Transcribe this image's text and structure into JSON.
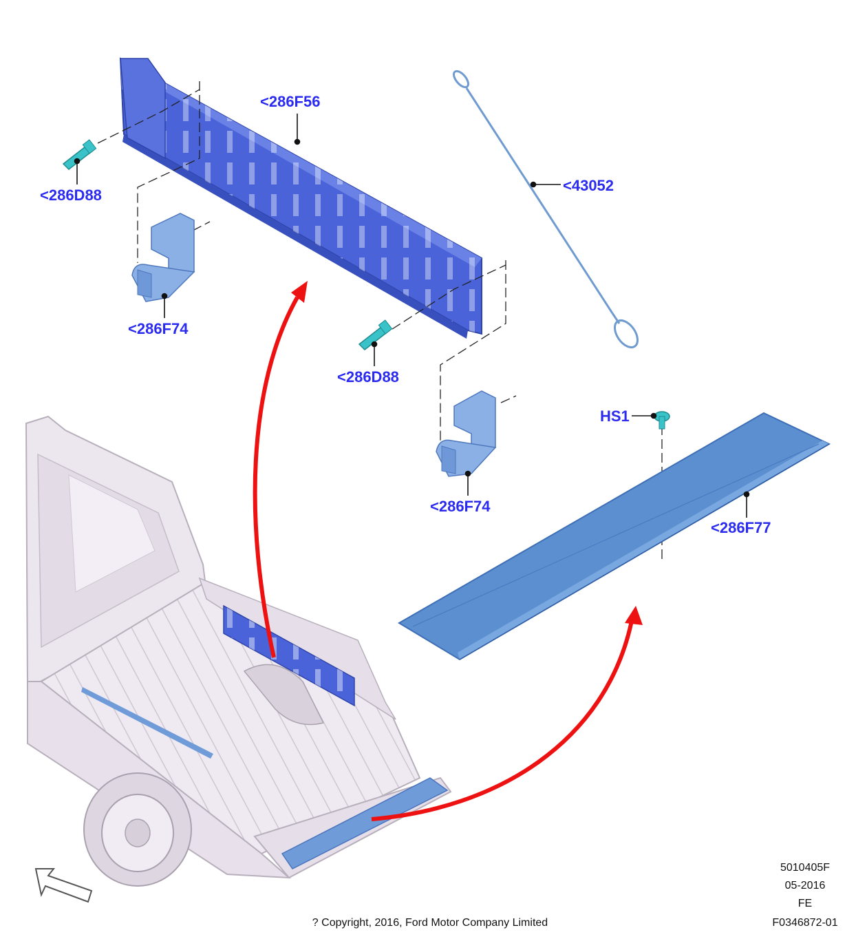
{
  "callouts": {
    "bed_divider": "<286F56",
    "bolt_upper": "<286D88",
    "bracket_upper": "<286F74",
    "bolt_lower": "<286D88",
    "bracket_lower": "<286F74",
    "cable": "<43052",
    "clip": "HS1",
    "step_panel": "<286F77"
  },
  "footer": {
    "drawing_number": "5010405F",
    "date": "05-2016",
    "code": "FE",
    "figure_id": "F0346872-01",
    "copyright": "? Copyright, 2016, Ford Motor Company Limited"
  },
  "colors": {
    "callout_text": "#2b2bf0",
    "part_blue": "#4a63d8",
    "panel_blue": "#5b8fd0",
    "fastener_teal": "#39c3c8",
    "arrow_red": "#ee1111",
    "truck_body": "#ece6ef"
  },
  "icons": [
    "bed-divider-rack",
    "hook-bracket",
    "bolt",
    "tether-cable",
    "push-clip",
    "step-panel",
    "pickup-truck",
    "direction-arrow"
  ]
}
